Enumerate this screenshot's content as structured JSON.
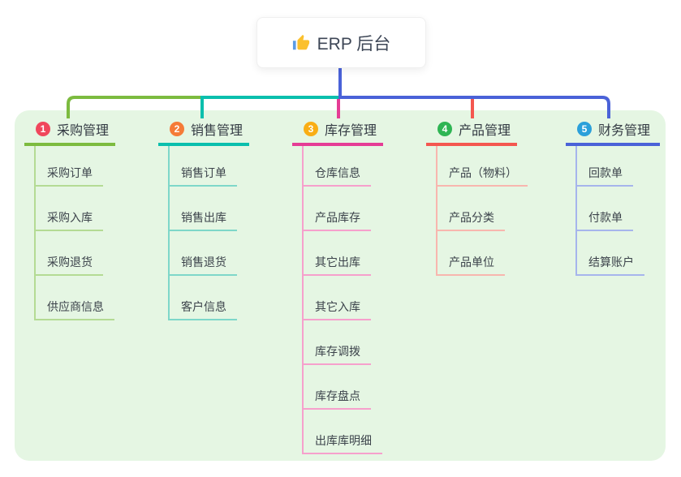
{
  "root": {
    "label": "ERP 后台",
    "icon_name": "thumbs-up"
  },
  "branches": [
    {
      "number": "1",
      "label": "采购管理",
      "badge_color": "#f0475c",
      "line_color": "#7cbb3f",
      "sub_line_color": "#b4db94",
      "items": [
        "采购订单",
        "采购入库",
        "采购退货",
        "供应商信息"
      ]
    },
    {
      "number": "2",
      "label": "销售管理",
      "badge_color": "#f57b38",
      "line_color": "#0abfad",
      "sub_line_color": "#7ed7c9",
      "items": [
        "销售订单",
        "销售出库",
        "销售退货",
        "客户信息"
      ]
    },
    {
      "number": "3",
      "label": "库存管理",
      "badge_color": "#f9ae15",
      "line_color": "#e53c95",
      "sub_line_color": "#f6a0cc",
      "items": [
        "仓库信息",
        "产品库存",
        "其它出库",
        "其它入库",
        "库存调拨",
        "库存盘点",
        "出库库明细"
      ]
    },
    {
      "number": "4",
      "label": "产品管理",
      "badge_color": "#2eb553",
      "line_color": "#f4574f",
      "sub_line_color": "#f8b6ae",
      "items": [
        "产品（物料）",
        "产品分类",
        "产品单位"
      ]
    },
    {
      "number": "5",
      "label": "财务管理",
      "badge_color": "#2ba0da",
      "line_color": "#4a62d8",
      "sub_line_color": "#a6b5ec",
      "items": [
        "回款单",
        "付款单",
        "结算账户"
      ]
    }
  ],
  "colors": {
    "panel_bg": "#e5f6e3",
    "root_stem": "#4a62d8",
    "root_text": "#3d4656",
    "icon_hand": "#fbc02d",
    "icon_cuff": "#5c9ce6"
  }
}
